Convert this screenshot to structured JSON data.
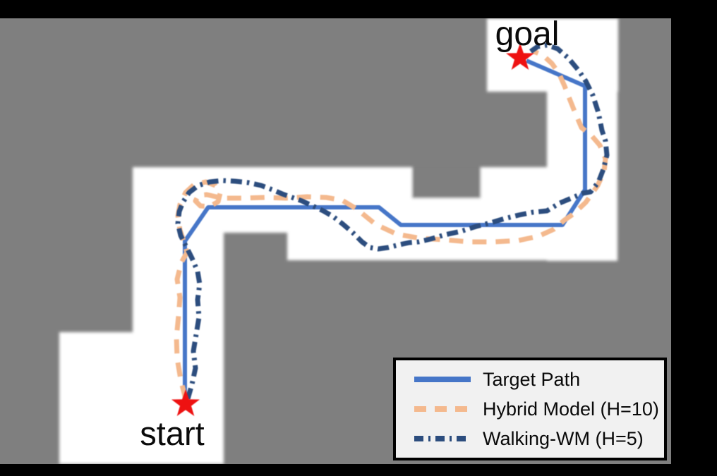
{
  "figure": {
    "start_label": "start",
    "goal_label": "goal",
    "background_color": "#000000",
    "wall_color": "#7f7f7f",
    "free_space_color": "#ffffff",
    "marker_color": "#ee1111"
  },
  "map": {
    "area": [
      0,
      26,
      951,
      632
    ],
    "free_space_rects": [
      [
        690,
        26,
        186,
        104
      ],
      [
        775,
        130,
        100,
        240
      ],
      [
        407,
        237,
        468,
        132
      ],
      [
        188,
        237,
        219,
        93
      ],
      [
        188,
        330,
        129,
        328
      ],
      [
        84,
        471,
        106,
        187
      ]
    ],
    "wall_notch_rects": [
      [
        584,
        237,
        97,
        44
      ]
    ]
  },
  "legend": {
    "items": [
      {
        "label": "Target Path",
        "style": "solid",
        "color": "#4676c8"
      },
      {
        "label": "Hybrid Model (H=10)",
        "style": "dashed",
        "color": "#f4b98e"
      },
      {
        "label": "Walking-WM (H=5)",
        "style": "dashdot",
        "color": "#2c4d7e"
      }
    ]
  },
  "chart_data": {
    "type": "line",
    "title": "",
    "xlabel": "",
    "ylabel": "",
    "legend_position": "lower right",
    "coordinate_system": "image pixels (1016x675, y down)",
    "markers": [
      {
        "type": "star",
        "label": "start",
        "x": 263,
        "y": 573
      },
      {
        "type": "star",
        "label": "goal",
        "x": 737,
        "y": 82
      }
    ],
    "annotations": [
      {
        "text": "start",
        "x": 244,
        "y": 615
      },
      {
        "text": "goal",
        "x": 747,
        "y": 50
      }
    ],
    "series": [
      {
        "name": "Target Path",
        "style": "solid",
        "color": "#4676c8",
        "width": 6,
        "points": [
          [
            262,
            567
          ],
          [
            262,
            342
          ],
          [
            295,
            294
          ],
          [
            537,
            294
          ],
          [
            568,
            319
          ],
          [
            797,
            319
          ],
          [
            829,
            269
          ],
          [
            829,
            122
          ],
          [
            746,
            86
          ]
        ]
      },
      {
        "name": "Hybrid Model (H=10)",
        "style": "dashed",
        "color": "#f4b98e",
        "width": 7,
        "points": [
          [
            263,
            566
          ],
          [
            256,
            538
          ],
          [
            251,
            508
          ],
          [
            250,
            478
          ],
          [
            253,
            448
          ],
          [
            255,
            422
          ],
          [
            251,
            396
          ],
          [
            257,
            372
          ],
          [
            265,
            358
          ],
          [
            261,
            344
          ],
          [
            255,
            326
          ],
          [
            252,
            306
          ],
          [
            255,
            290
          ],
          [
            263,
            273
          ],
          [
            276,
            261
          ],
          [
            292,
            258
          ],
          [
            305,
            263
          ],
          [
            312,
            274
          ],
          [
            309,
            286
          ],
          [
            297,
            293
          ],
          [
            284,
            292
          ],
          [
            277,
            285
          ],
          [
            281,
            277
          ],
          [
            293,
            276
          ],
          [
            315,
            281
          ],
          [
            345,
            281
          ],
          [
            375,
            280
          ],
          [
            405,
            281
          ],
          [
            435,
            279
          ],
          [
            462,
            280
          ],
          [
            485,
            284
          ],
          [
            505,
            296
          ],
          [
            532,
            318
          ],
          [
            562,
            332
          ],
          [
            596,
            338
          ],
          [
            630,
            340
          ],
          [
            665,
            343
          ],
          [
            700,
            343
          ],
          [
            735,
            341
          ],
          [
            763,
            335
          ],
          [
            785,
            325
          ],
          [
            800,
            312
          ],
          [
            813,
            303
          ],
          [
            830,
            287
          ],
          [
            847,
            263
          ],
          [
            856,
            243
          ],
          [
            858,
            225
          ],
          [
            850,
            206
          ],
          [
            838,
            192
          ],
          [
            824,
            181
          ],
          [
            815,
            160
          ],
          [
            807,
            140
          ],
          [
            800,
            122
          ],
          [
            792,
            104
          ],
          [
            782,
            90
          ],
          [
            769,
            78
          ],
          [
            754,
            72
          ]
        ]
      },
      {
        "name": "Walking-WM (H=5)",
        "style": "dashdot",
        "color": "#2c4d7e",
        "width": 7,
        "points": [
          [
            266,
            566
          ],
          [
            272,
            545
          ],
          [
            277,
            522
          ],
          [
            274,
            498
          ],
          [
            278,
            474
          ],
          [
            282,
            450
          ],
          [
            280,
            425
          ],
          [
            283,
            403
          ],
          [
            280,
            385
          ],
          [
            272,
            366
          ],
          [
            264,
            350
          ],
          [
            256,
            334
          ],
          [
            252,
            317
          ],
          [
            254,
            300
          ],
          [
            259,
            287
          ],
          [
            268,
            273
          ],
          [
            281,
            263
          ],
          [
            297,
            258
          ],
          [
            315,
            256
          ],
          [
            333,
            257
          ],
          [
            352,
            259
          ],
          [
            370,
            263
          ],
          [
            386,
            269
          ],
          [
            400,
            275
          ],
          [
            414,
            280
          ],
          [
            428,
            285
          ],
          [
            443,
            292
          ],
          [
            458,
            299
          ],
          [
            472,
            307
          ],
          [
            486,
            318
          ],
          [
            500,
            330
          ],
          [
            513,
            343
          ],
          [
            524,
            351
          ],
          [
            536,
            353
          ],
          [
            550,
            351
          ],
          [
            566,
            347
          ],
          [
            580,
            344
          ],
          [
            593,
            343
          ],
          [
            610,
            339
          ],
          [
            630,
            333
          ],
          [
            653,
            328
          ],
          [
            675,
            321
          ],
          [
            695,
            316
          ],
          [
            715,
            310
          ],
          [
            735,
            305
          ],
          [
            755,
            301
          ],
          [
            775,
            299
          ],
          [
            793,
            288
          ],
          [
            812,
            280
          ],
          [
            826,
            274
          ],
          [
            837,
            272
          ],
          [
            848,
            258
          ],
          [
            855,
            240
          ],
          [
            860,
            220
          ],
          [
            858,
            200
          ],
          [
            853,
            185
          ],
          [
            848,
            160
          ],
          [
            840,
            135
          ],
          [
            830,
            115
          ],
          [
            820,
            100
          ],
          [
            805,
            82
          ],
          [
            790,
            69
          ],
          [
            775,
            64
          ],
          [
            762,
            66
          ],
          [
            752,
            73
          ]
        ]
      }
    ]
  }
}
